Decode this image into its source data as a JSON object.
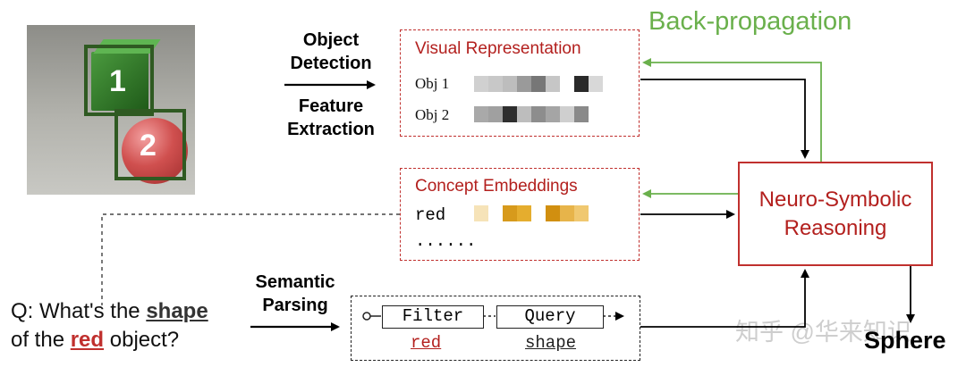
{
  "image": {
    "bbox_labels": [
      "1",
      "2"
    ]
  },
  "labels": {
    "object_detection": "Object\nDetection",
    "feature_extraction": "Feature\nExtraction",
    "semantic_parsing": "Semantic\nParsing",
    "back_propagation": "Back-propagation"
  },
  "visual_representation": {
    "title": "Visual Representation",
    "rows": [
      {
        "label": "Obj 1",
        "cells": [
          "#d0d0d0",
          "#c8c8c8",
          "#bdbdbd",
          "#9a9a9a",
          "#777777",
          "#c6c6c6",
          "#ffffff",
          "#2a2a2a",
          "#d8d8d8"
        ]
      },
      {
        "label": "Obj 2",
        "cells": [
          "#a9a9a9",
          "#a0a0a0",
          "#2e2e2e",
          "#bdbdbd",
          "#8d8d8d",
          "#a5a5a5",
          "#cfcfcf",
          "#8a8a8a"
        ]
      }
    ]
  },
  "concept_embeddings": {
    "title": "Concept Embeddings",
    "word": "red",
    "cells": [
      "#f6e3b8",
      "#ffffff",
      "#d79a1c",
      "#e5ad2e",
      "#ffffff",
      "#d18f10",
      "#e7b44a",
      "#f0c870"
    ],
    "ellipsis": "......"
  },
  "reasoning": {
    "label": "Neuro-Symbolic\nReasoning"
  },
  "program": {
    "filter": "Filter",
    "query": "Query",
    "filter_arg": "red",
    "query_arg": "shape"
  },
  "question": {
    "prefix": "Q: What's the ",
    "shape": "shape",
    "line2_prefix": "of the ",
    "red": "red",
    "line2_suffix": " object?"
  },
  "answer": "Sphere",
  "watermark": "知乎 @华来知识",
  "colors": {
    "red_accent": "#c0302e",
    "green_accent": "#6ab04c",
    "bbox_green": "#2f5a22"
  }
}
